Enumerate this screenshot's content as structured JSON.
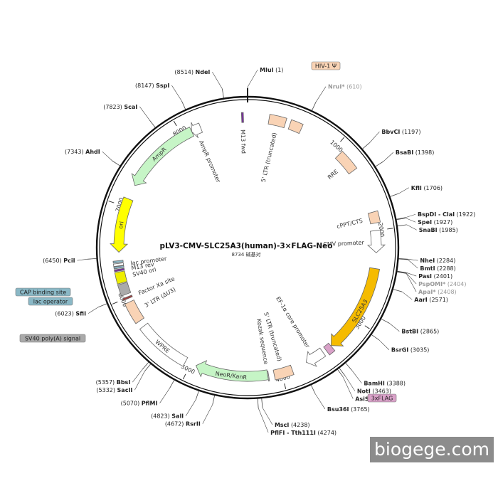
{
  "plasmid": {
    "name": "pLV3-CMV-SLC25A3(human)-3×FLAG-Neo",
    "size_label": "8734 碱基对",
    "total_bp": 8734
  },
  "ticks": [
    {
      "label": "1000",
      "pos": 1000
    },
    {
      "label": "2000",
      "pos": 2000
    },
    {
      "label": "3000",
      "pos": 3000
    },
    {
      "label": "4000",
      "pos": 4000
    },
    {
      "label": "5000",
      "pos": 5000
    },
    {
      "label": "6000",
      "pos": 6000
    },
    {
      "label": "7000",
      "pos": 7000
    },
    {
      "label": "8000",
      "pos": 8000
    }
  ],
  "features": [
    {
      "name": "5' LTR (truncated)",
      "start": 230,
      "end": 410,
      "type": "box",
      "color": "#f9d3b5",
      "strand": 1
    },
    {
      "name": "HIV-1 Ψ",
      "start": 460,
      "end": 590,
      "type": "box",
      "color": "#f9d3b5",
      "strand": 1
    },
    {
      "name": "RRE",
      "start": 1080,
      "end": 1310,
      "type": "box",
      "color": "#f9d3b5",
      "strand": 1
    },
    {
      "name": "cPPT/CTS",
      "start": 1800,
      "end": 1920,
      "type": "box",
      "color": "#f9d3b5",
      "strand": 1
    },
    {
      "name": "CMV promoter",
      "start": 2000,
      "end": 2240,
      "type": "arrow",
      "color": "#ffffff",
      "strand": 1
    },
    {
      "name": "SLC25A3",
      "start": 2410,
      "end": 3385,
      "type": "arrow",
      "color": "#f5bb00",
      "strand": 1
    },
    {
      "name": "3xFLAG",
      "start": 3390,
      "end": 3460,
      "type": "box",
      "color": "#d9a1c8",
      "strand": 1
    },
    {
      "name": "EF-1α core promoter",
      "start": 3500,
      "end": 3710,
      "type": "arrow",
      "color": "#ffffff",
      "strand": 1
    },
    {
      "name": "5' LTR (truncated)",
      "start": 3880,
      "end": 4080,
      "type": "box",
      "color": "#f9d3b5",
      "strand": 1
    },
    {
      "name": "Kozak sequence",
      "start": 4140,
      "end": 4150,
      "type": "box",
      "color": "#cccccc",
      "strand": 1
    },
    {
      "name": "NeoR/KanR",
      "start": 4150,
      "end": 4940,
      "type": "arrow",
      "color": "#c6f5c6",
      "strand": 1
    },
    {
      "name": "WPRE",
      "start": 5060,
      "end": 5650,
      "type": "box",
      "color": "#ffffff",
      "strand": 1
    },
    {
      "name": "3' LTR (ΔU3)",
      "start": 5720,
      "end": 5950,
      "type": "box",
      "color": "#f9d3b5",
      "strand": 1
    },
    {
      "name": "Factor Xa site",
      "start": 5990,
      "end": 6010,
      "type": "box",
      "color": "#a04040",
      "strand": 1
    },
    {
      "name": "SV40 poly(A) signal",
      "start": 6040,
      "end": 6160,
      "type": "box",
      "color": "#aaaaaa",
      "strand": 1
    },
    {
      "name": "SV40 ori",
      "start": 6170,
      "end": 6290,
      "type": "box",
      "color": "#eeee00",
      "strand": 1
    },
    {
      "name": "M13 rev",
      "start": 6300,
      "end": 6320,
      "type": "box",
      "color": "#7a30a0",
      "strand": -1
    },
    {
      "name": "lac operator",
      "start": 6330,
      "end": 6350,
      "type": "box",
      "color": "#8ab8c6",
      "strand": -1
    },
    {
      "name": "lac promoter",
      "start": 6355,
      "end": 6380,
      "type": "box",
      "color": "#ffffff",
      "strand": -1
    },
    {
      "name": "CAP binding site",
      "start": 6390,
      "end": 6410,
      "type": "box",
      "color": "#8ab8c6",
      "strand": -1
    },
    {
      "name": "ori",
      "start": 6500,
      "end": 7090,
      "type": "arrow",
      "color": "#ffff00",
      "strand": -1
    },
    {
      "name": "AmpR",
      "start": 7250,
      "end": 8110,
      "type": "arrow",
      "color": "#c6f5c6",
      "strand": -1
    },
    {
      "name": "AmpR promoter",
      "start": 8110,
      "end": 8215,
      "type": "arrow",
      "color": "#ffffff",
      "strand": -1
    },
    {
      "name": "M13 fwd",
      "start": 8670,
      "end": 8690,
      "type": "box",
      "color": "#7a30a0",
      "strand": 1
    }
  ],
  "side_boxes": [
    {
      "name": "HIV-1 Ψ",
      "color": "#f9d3b5"
    },
    {
      "name": "3xFLAG",
      "color": "#d9a1c8"
    },
    {
      "name": "CAP binding site",
      "color": "#8ab8c6"
    },
    {
      "name": "lac operator",
      "color": "#8ab8c6"
    },
    {
      "name": "SV40 poly(A) signal",
      "color": "#aaaaaa"
    }
  ],
  "sites": [
    {
      "name": "MluI",
      "pos": "(1)",
      "gray": false,
      "bp": 1
    },
    {
      "name": "NruI*",
      "pos": "(610)",
      "gray": true,
      "bp": 610
    },
    {
      "name": "BbvCI",
      "pos": "(1197)",
      "gray": false,
      "bp": 1197
    },
    {
      "name": "BsaBI",
      "pos": "(1398)",
      "gray": false,
      "bp": 1398
    },
    {
      "name": "KflI",
      "pos": "(1706)",
      "gray": false,
      "bp": 1706
    },
    {
      "name": "BspDI - ClaI",
      "pos": "(1922)",
      "gray": false,
      "bp": 1922
    },
    {
      "name": "SpeI",
      "pos": "(1927)",
      "gray": false,
      "bp": 1927
    },
    {
      "name": "SnaBI",
      "pos": "(1985)",
      "gray": false,
      "bp": 1985
    },
    {
      "name": "NheI",
      "pos": "(2284)",
      "gray": false,
      "bp": 2284
    },
    {
      "name": "BmtI",
      "pos": "(2288)",
      "gray": false,
      "bp": 2288
    },
    {
      "name": "PasI",
      "pos": "(2401)",
      "gray": false,
      "bp": 2401
    },
    {
      "name": "PspOMI*",
      "pos": "(2404)",
      "gray": true,
      "bp": 2404
    },
    {
      "name": "ApaI*",
      "pos": "(2408)",
      "gray": true,
      "bp": 2408
    },
    {
      "name": "AarI",
      "pos": "(2571)",
      "gray": false,
      "bp": 2571
    },
    {
      "name": "BstBI",
      "pos": "(2865)",
      "gray": false,
      "bp": 2865
    },
    {
      "name": "BsrGI",
      "pos": "(3035)",
      "gray": false,
      "bp": 3035
    },
    {
      "name": "BamHI",
      "pos": "(3388)",
      "gray": false,
      "bp": 3388
    },
    {
      "name": "NotI",
      "pos": "(3463)",
      "gray": false,
      "bp": 3463
    },
    {
      "name": "AsiSI",
      "pos": "(3483)",
      "gray": false,
      "bp": 3483
    },
    {
      "name": "Bsu36I",
      "pos": "(3765)",
      "gray": false,
      "bp": 3765
    },
    {
      "name": "MscI",
      "pos": "(4238)",
      "gray": false,
      "bp": 4238
    },
    {
      "name": "PflFI - Tth111I",
      "pos": "(4274)",
      "gray": false,
      "bp": 4274
    },
    {
      "name": "RsrII",
      "pos": "(4672)",
      "gray": false,
      "bp": 4672
    },
    {
      "name": "SalI",
      "pos": "(4823)",
      "gray": false,
      "bp": 4823
    },
    {
      "name": "PflMI",
      "pos": "(5070)",
      "gray": false,
      "bp": 5070
    },
    {
      "name": "SacII",
      "pos": "(5332)",
      "gray": false,
      "bp": 5332
    },
    {
      "name": "BbsI",
      "pos": "(5357)",
      "gray": false,
      "bp": 5357
    },
    {
      "name": "SfiI",
      "pos": "(6023)",
      "gray": false,
      "bp": 6023
    },
    {
      "name": "PciI",
      "pos": "(6450)",
      "gray": false,
      "bp": 6450
    },
    {
      "name": "AhdI",
      "pos": "(7343)",
      "gray": false,
      "bp": 7343
    },
    {
      "name": "ScaI",
      "pos": "(7823)",
      "gray": false,
      "bp": 7823
    },
    {
      "name": "SspI",
      "pos": "(8147)",
      "gray": false,
      "bp": 8147
    },
    {
      "name": "NdeI",
      "pos": "(8514)",
      "gray": false,
      "bp": 8514
    }
  ],
  "watermark": "biogege.com"
}
